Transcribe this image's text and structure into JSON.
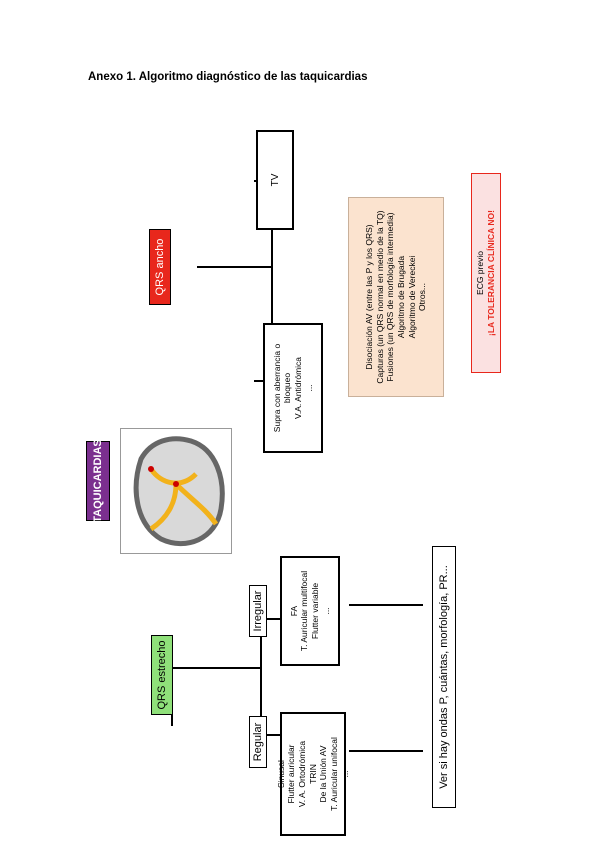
{
  "title": "Anexo 1. Algoritmo diagnóstico de las taquicardias",
  "root": {
    "label": "TAQUICARDIAS",
    "color": "#7b2f8f"
  },
  "narrow": {
    "label": "QRS estrecho",
    "color": "#8fe07a",
    "regular": {
      "label": "Regular",
      "items": [
        "Sinusal",
        "Flutter auricular",
        "V. A. Ortodrómica",
        "TRIN",
        "De la Unión AV",
        "T. Auricular unifocal",
        "..."
      ]
    },
    "irregular": {
      "label": "Irregular",
      "items": [
        "FA",
        "T. Auricular multifocal",
        "Flutter variable",
        "..."
      ]
    },
    "bottom_note": "Ver si hay ondas P, cuántas, morfología, PR..."
  },
  "wide": {
    "label": "QRS ancho",
    "color": "#e8271c",
    "tv": "TV",
    "supra_items": [
      "Supra con aberrancia o",
      "bloqueo",
      "V.A. Antidrómica",
      "..."
    ]
  },
  "criteria": {
    "items": [
      "Disociación AV (entre las P y los QRS)",
      "Capturas (un QRS normal en medio de la TQ)",
      "Fusiones (un QRS de morfología intermedia)",
      "Algoritmo de Brugada",
      "Algoritmo de Vereckei",
      "Otros..."
    ],
    "bg": "#fbe3cf"
  },
  "tolerance": {
    "line1": "ECG previo",
    "line2": "¡LA TOLERANCIA CLÍNICA NO!",
    "bg": "#fbe1e1",
    "accent": "#e8271c"
  }
}
